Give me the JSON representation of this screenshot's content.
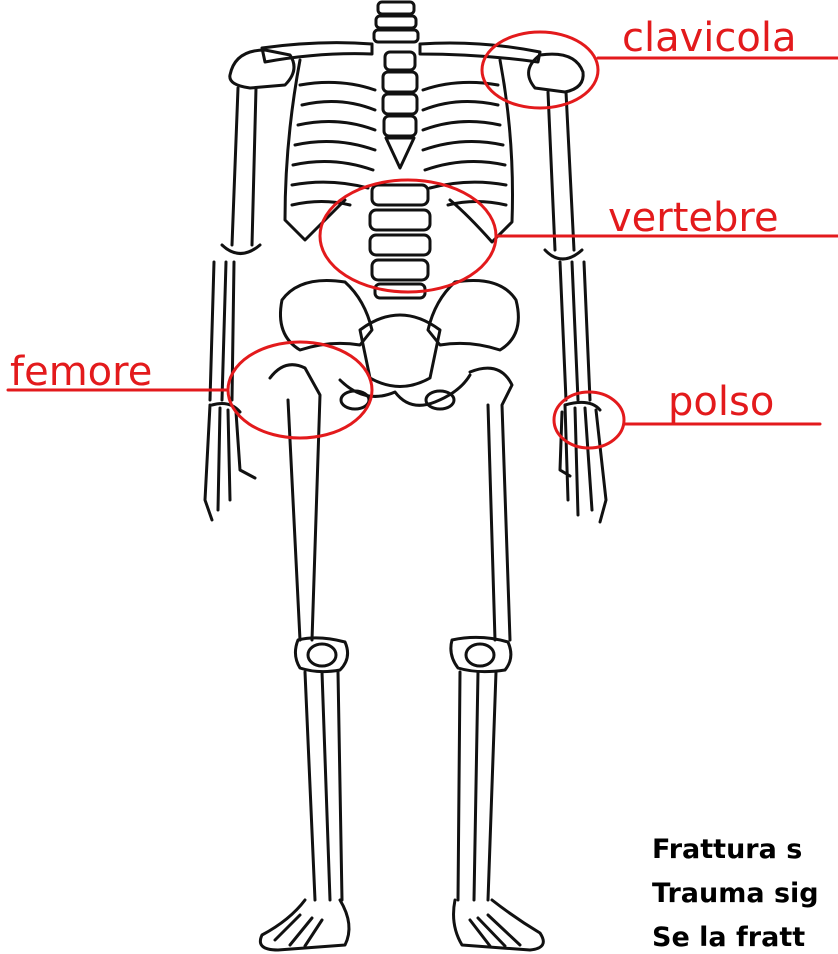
{
  "colors": {
    "annotation": "#e31a1c",
    "line_art": "#111111",
    "background": "#ffffff"
  },
  "labels": {
    "clavicola": "clavicola",
    "vertebre": "vertebre",
    "femore": "femore",
    "polso": "polso"
  },
  "caption_lines": [
    "Frattura s",
    "Trauma sig",
    "Se la fratt"
  ]
}
